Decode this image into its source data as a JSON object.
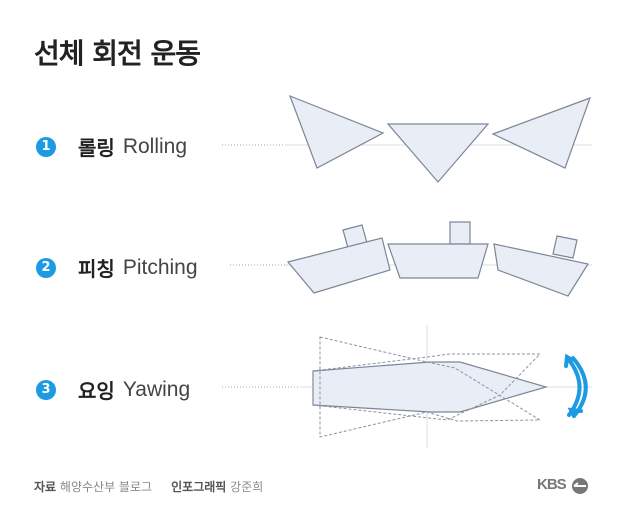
{
  "title": "선체 회전 운동",
  "rows": [
    {
      "num": "1",
      "ko": "롤링",
      "en": "Rolling"
    },
    {
      "num": "2",
      "ko": "피칭",
      "en": "Pitching"
    },
    {
      "num": "3",
      "ko": "요잉",
      "en": "Yawing"
    }
  ],
  "footer": {
    "source_label": "자료",
    "source": "해양수산부 블로그",
    "graphic_label": "인포그래픽",
    "graphic": "강준희"
  },
  "logo": "KBS",
  "colors": {
    "accent": "#1c9be3",
    "fill": "#e8edf6",
    "stroke": "#7d8696"
  }
}
